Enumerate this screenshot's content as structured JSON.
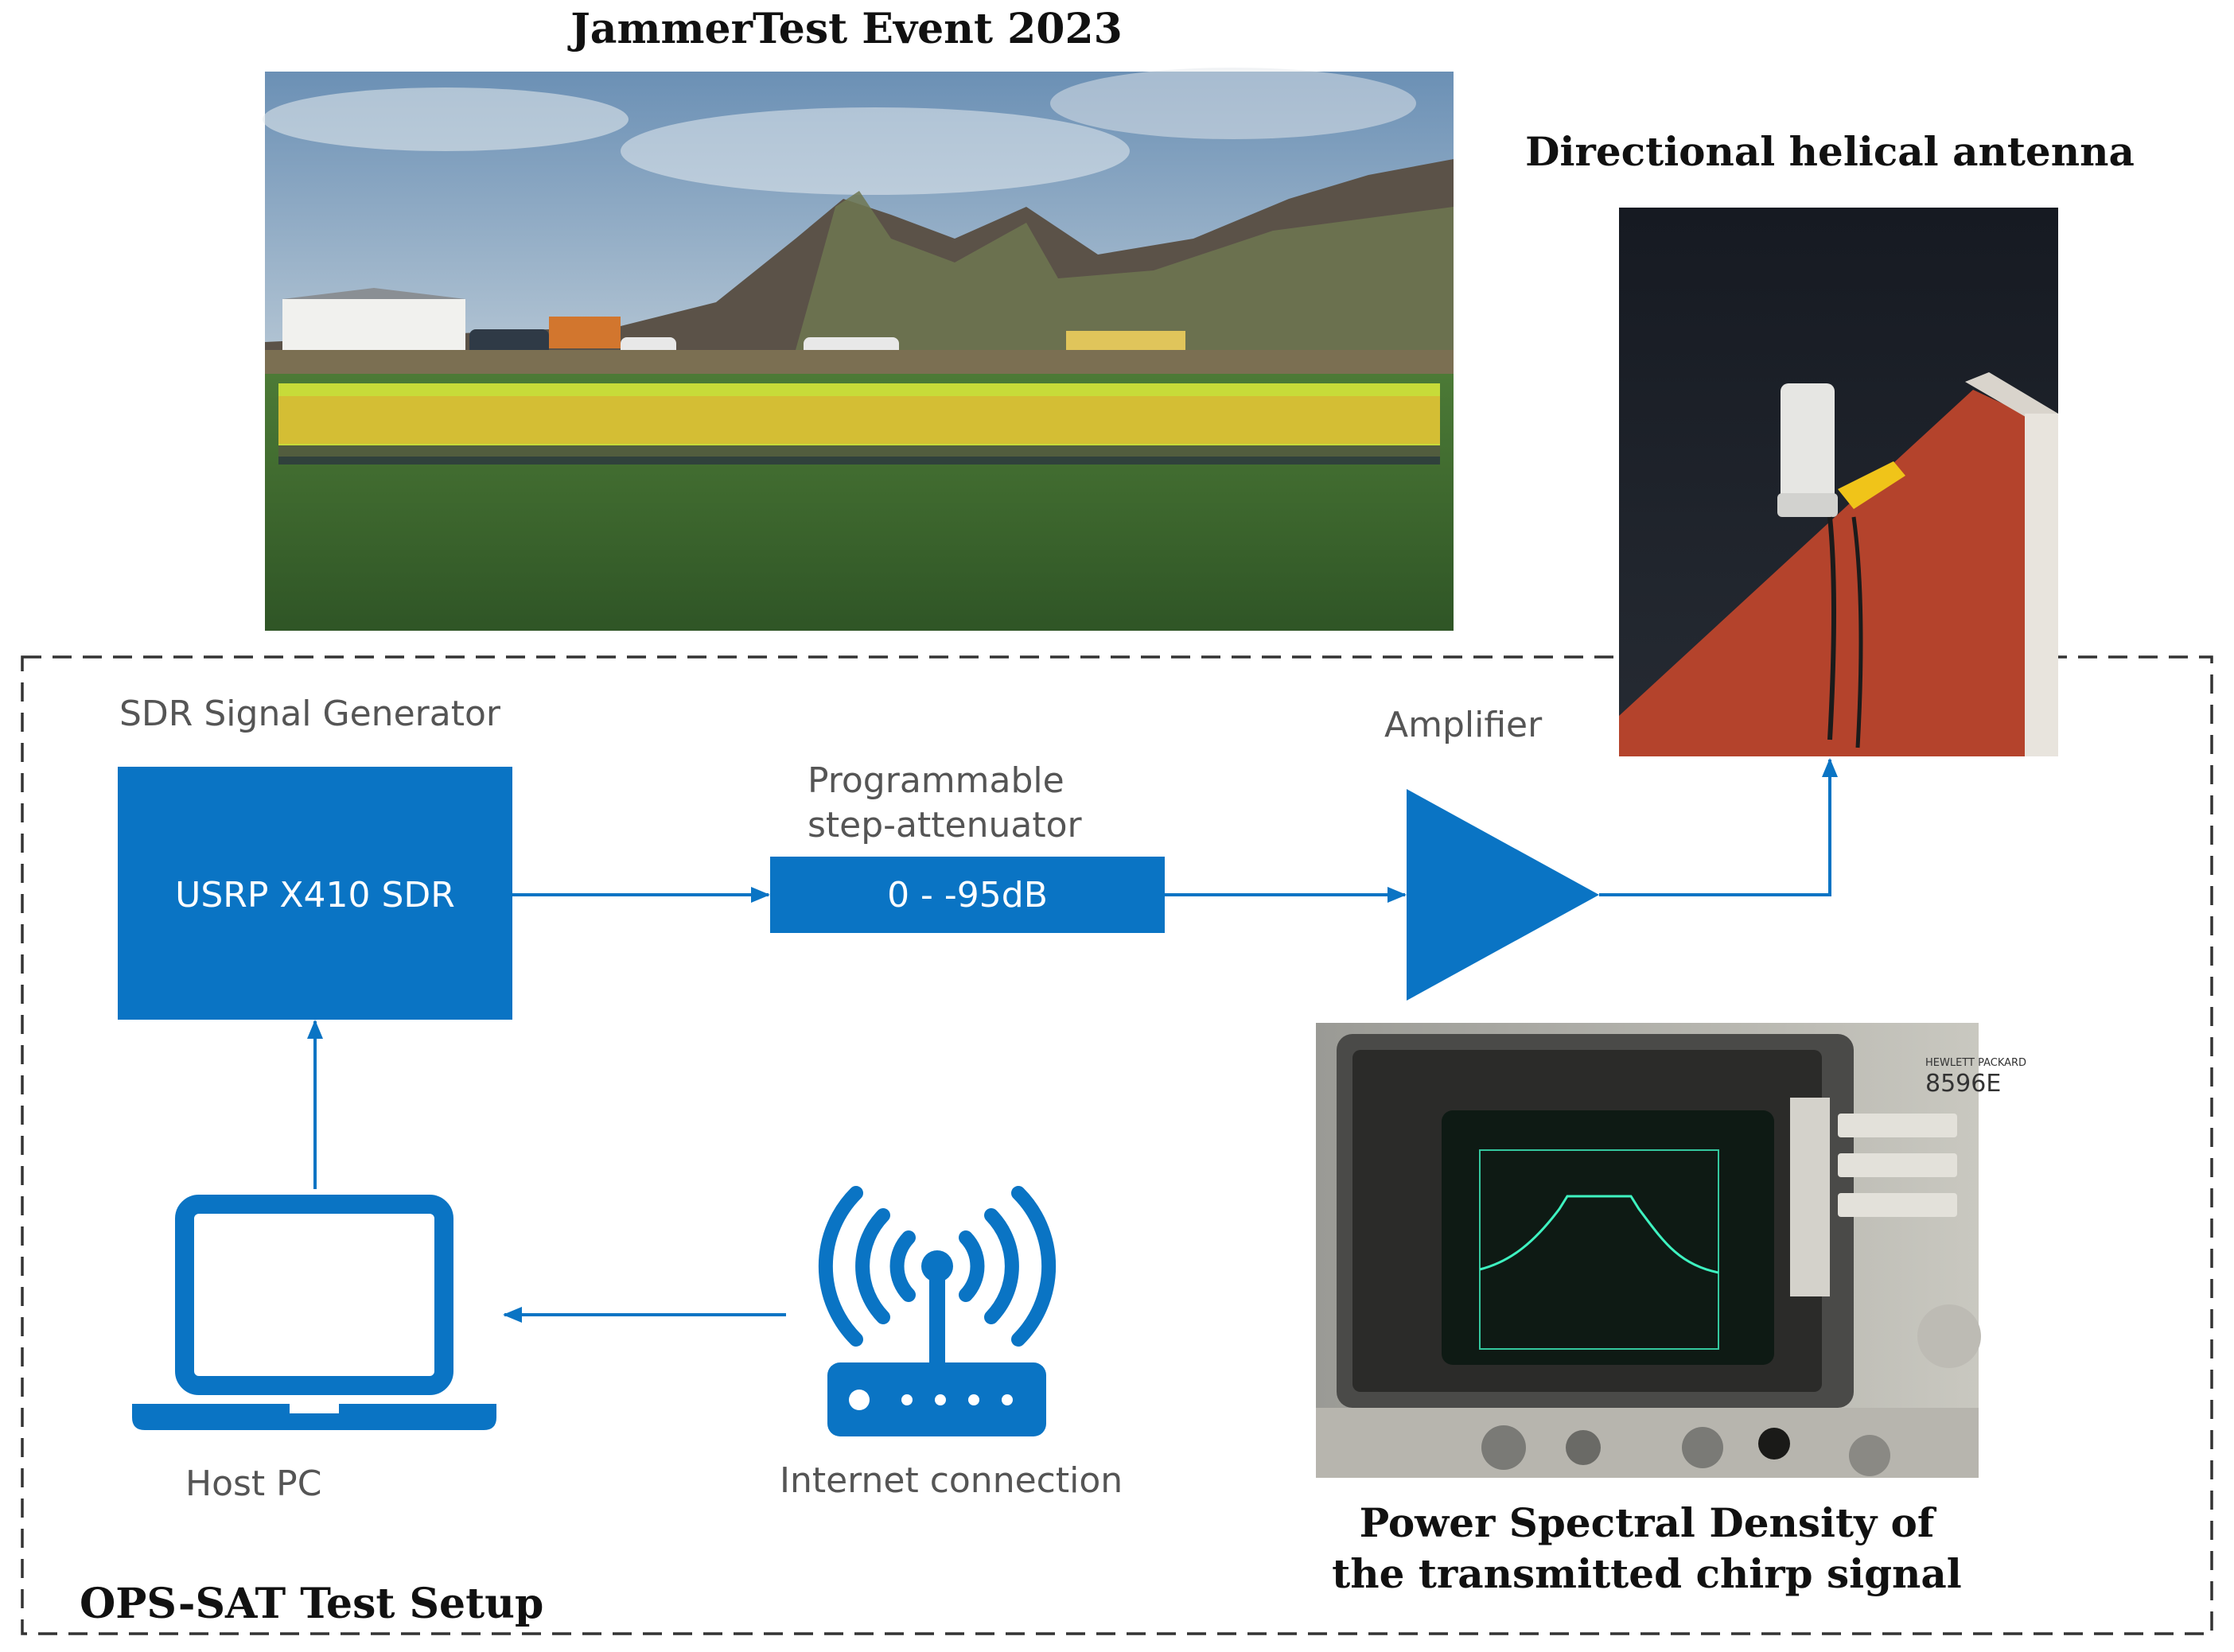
{
  "figure": {
    "event_title": "JammerTest Event 2023",
    "antenna_title": "Directional helical antenna",
    "setup_title": "OPS-SAT Test Setup",
    "psd_caption_line1": "Power Spectral Density of",
    "psd_caption_line2": "the transmitted chirp signal"
  },
  "blocks": {
    "sdr_heading": "SDR Signal Generator",
    "sdr_label": "USRP X410 SDR",
    "attenuator_heading_line1": "Programmable",
    "attenuator_heading_line2": "step-attenuator",
    "attenuator_label": "0 - -95dB",
    "amplifier_heading": "Amplifier",
    "host_pc_label": "Host PC",
    "internet_label": "Internet connection"
  },
  "analyzer": {
    "model_text": "8596E",
    "brand_text": "HEWLETT PACKARD"
  },
  "colors": {
    "accent_blue": "#0a74c4",
    "text_gray": "#555555",
    "frame_dash": "#333333",
    "analyzer_trace": "#3ef2c0"
  }
}
